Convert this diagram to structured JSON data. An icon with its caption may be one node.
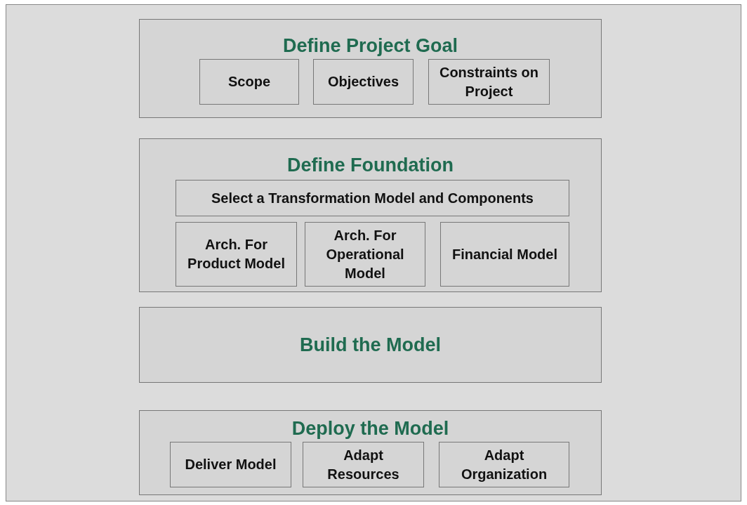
{
  "diagram": {
    "nodes": [
      {
        "text": [
          "Define Project Goal"
        ]
      },
      {
        "text": [
          "Scope"
        ],
        "in": 0
      },
      {
        "text": [
          "Objectives"
        ],
        "in": 0
      },
      {
        "text": [
          "Constraints on Project"
        ],
        "in": 0
      },
      {
        "text": [
          "Define Foundation"
        ]
      },
      {
        "text": [
          "Select a Transformation Model and Components"
        ],
        "in": 4
      },
      {
        "text": [
          "Arch. For Product Model"
        ],
        "in": 4
      },
      {
        "text": [
          "Arch. For Operational Model"
        ],
        "in": 4
      },
      {
        "text": [
          "Financial Model"
        ],
        "in": 4
      },
      {
        "text": [
          "Build the Model"
        ]
      },
      {
        "text": [
          "Deploy the Model"
        ]
      },
      {
        "text": [
          "Deliver Model"
        ],
        "in": 10
      },
      {
        "text": [
          "Adapt Resources"
        ],
        "in": 10
      },
      {
        "text": [
          "Adapt Organization"
        ],
        "in": 10
      }
    ],
    "edges": []
  }
}
